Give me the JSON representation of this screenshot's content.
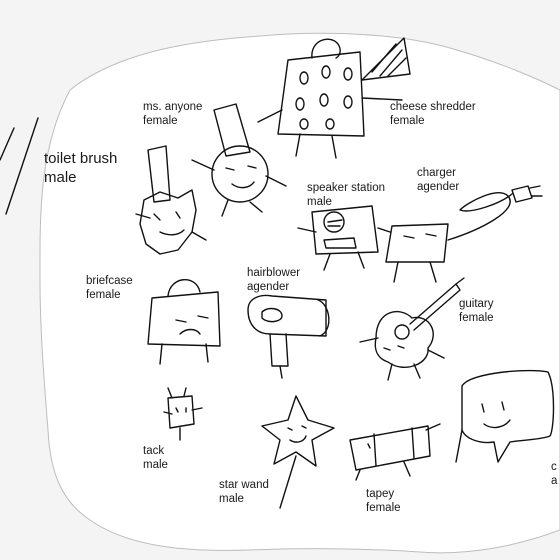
{
  "characters": [
    {
      "name": "ms. anyone",
      "gender": "female"
    },
    {
      "name": "cheese shredder",
      "gender": "female"
    },
    {
      "name": "toilet brush",
      "gender": "male"
    },
    {
      "name": "speaker station",
      "gender": "male"
    },
    {
      "name": "charger",
      "gender": "agender"
    },
    {
      "name": "briefcase",
      "gender": "female"
    },
    {
      "name": "hairblower",
      "gender": "agender"
    },
    {
      "name": "guitary",
      "gender": "female"
    },
    {
      "name": "tack",
      "gender": "male"
    },
    {
      "name": "star wand",
      "gender": "male"
    },
    {
      "name": "tapey",
      "gender": "female"
    },
    {
      "name": "c",
      "gender": "a"
    }
  ],
  "colors": {
    "background": "#f4f4f4",
    "paper": "#ffffff",
    "ink": "#111111"
  }
}
